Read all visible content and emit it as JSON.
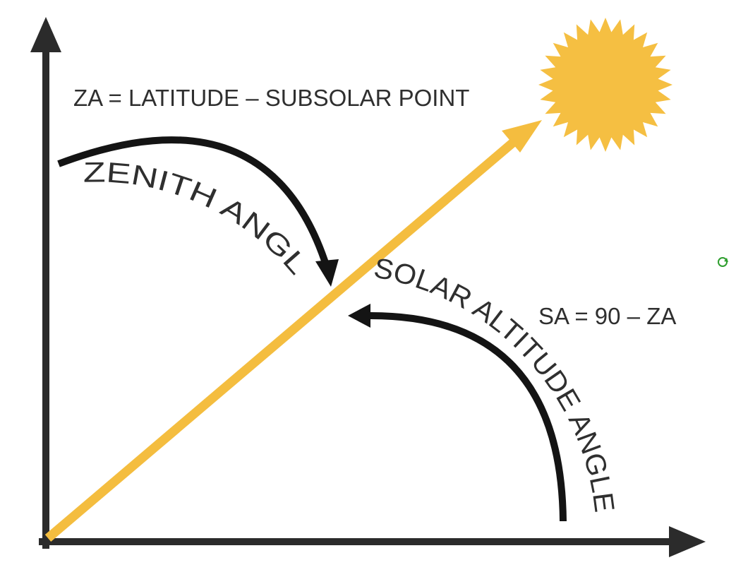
{
  "formulas": {
    "zenith": "ZA = LATITUDE – SUBSOLAR POINT",
    "altitude": "SA = 90 – ZA"
  },
  "labels": {
    "zenith_angle": "ZENITH ANGLE",
    "solar_altitude_angle": "SOLAR ALTITUDE ANGLE"
  },
  "icons": {
    "sun": "sun-icon",
    "refresh": "refresh-icon"
  },
  "colors": {
    "axis": "#2b2b2b",
    "sun_ray": "#f4bd3f",
    "sun": "#f5bf42",
    "arc_arrow": "#141414",
    "text": "#2f2f2f",
    "refresh": "#2e9e2e"
  }
}
